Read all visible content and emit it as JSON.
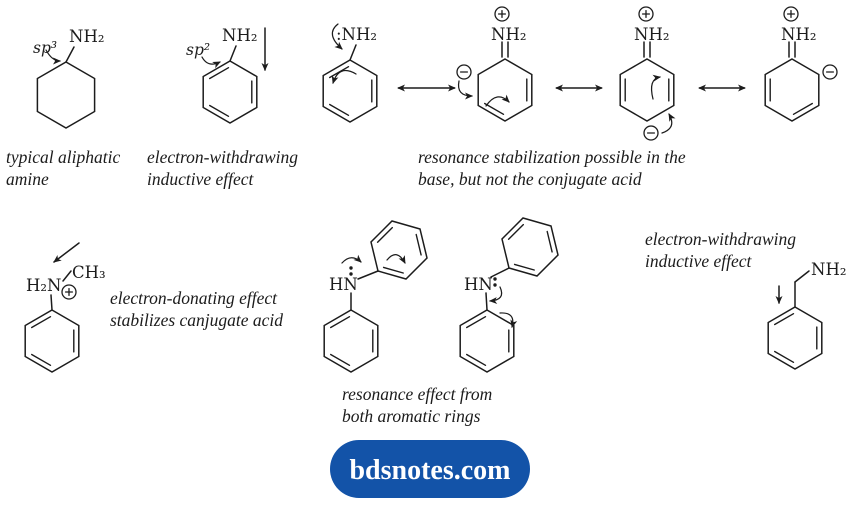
{
  "colors": {
    "ink": "#1c1c1c",
    "badge_bg": "#1353a8",
    "badge_text": "#ffffff",
    "page_bg": "#ffffff"
  },
  "structures": {
    "cyclohexylamine": {
      "amine": "NH₂",
      "hybridization": "sp³"
    },
    "aniline": {
      "amine": "NH₂",
      "hybridization": "sp²"
    },
    "aniline_lone_pair": {
      "amine": ":NH₂"
    },
    "resonance_ortho_left": {
      "iminium": "NH₂"
    },
    "resonance_para": {
      "iminium": "NH₂"
    },
    "resonance_ortho_right": {
      "iminium": "NH₂"
    },
    "anilinium": {
      "h2n": "H₂N",
      "methyl": "CH₃"
    },
    "diphenylamine_left": {
      "nh": "HN"
    },
    "diphenylamine_right": {
      "nh": "HN"
    },
    "benzylamine": {
      "amine": "NH₂"
    }
  },
  "captions": {
    "aliphatic": {
      "line1": "typical aliphatic",
      "line2": "amine"
    },
    "inductive_top": {
      "line1": "electron-withdrawing",
      "line2": "inductive effect"
    },
    "resonance": {
      "line1": "resonance stabilization possible in the",
      "line2": "base, but not the conjugate acid"
    },
    "donating": {
      "line1": "electron-donating effect",
      "line2": "stabilizes canjugate acid"
    },
    "resonance_rings": {
      "line1": "resonance effect from",
      "line2": "both aromatic rings"
    },
    "inductive_bottom": {
      "line1": "electron-withdrawing",
      "line2": "inductive effect"
    }
  },
  "badge": {
    "label": "bdsnotes.com"
  }
}
